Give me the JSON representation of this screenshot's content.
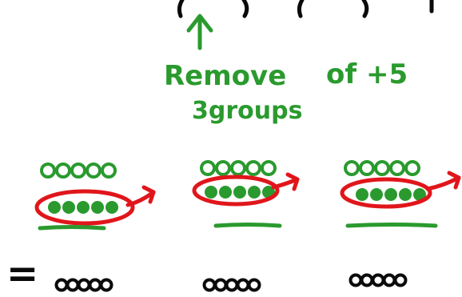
{
  "annotation": {
    "line1_left": "Remove",
    "line1_right": "of +5",
    "line2": "3groups"
  },
  "equals_sign": "=",
  "colors": {
    "green_ink": "#2a9a2e",
    "red_ink": "#e0161b",
    "black_ink": "#0a0a0a",
    "background": "#ffffff"
  },
  "groups": [
    {
      "top_row_hollow": 5,
      "bottom_row_filled": 5,
      "result_circles": 5
    },
    {
      "top_row_hollow": 5,
      "bottom_row_filled": 5,
      "result_circles": 5
    },
    {
      "top_row_hollow": 5,
      "bottom_row_filled": 5,
      "result_circles": 5
    }
  ]
}
